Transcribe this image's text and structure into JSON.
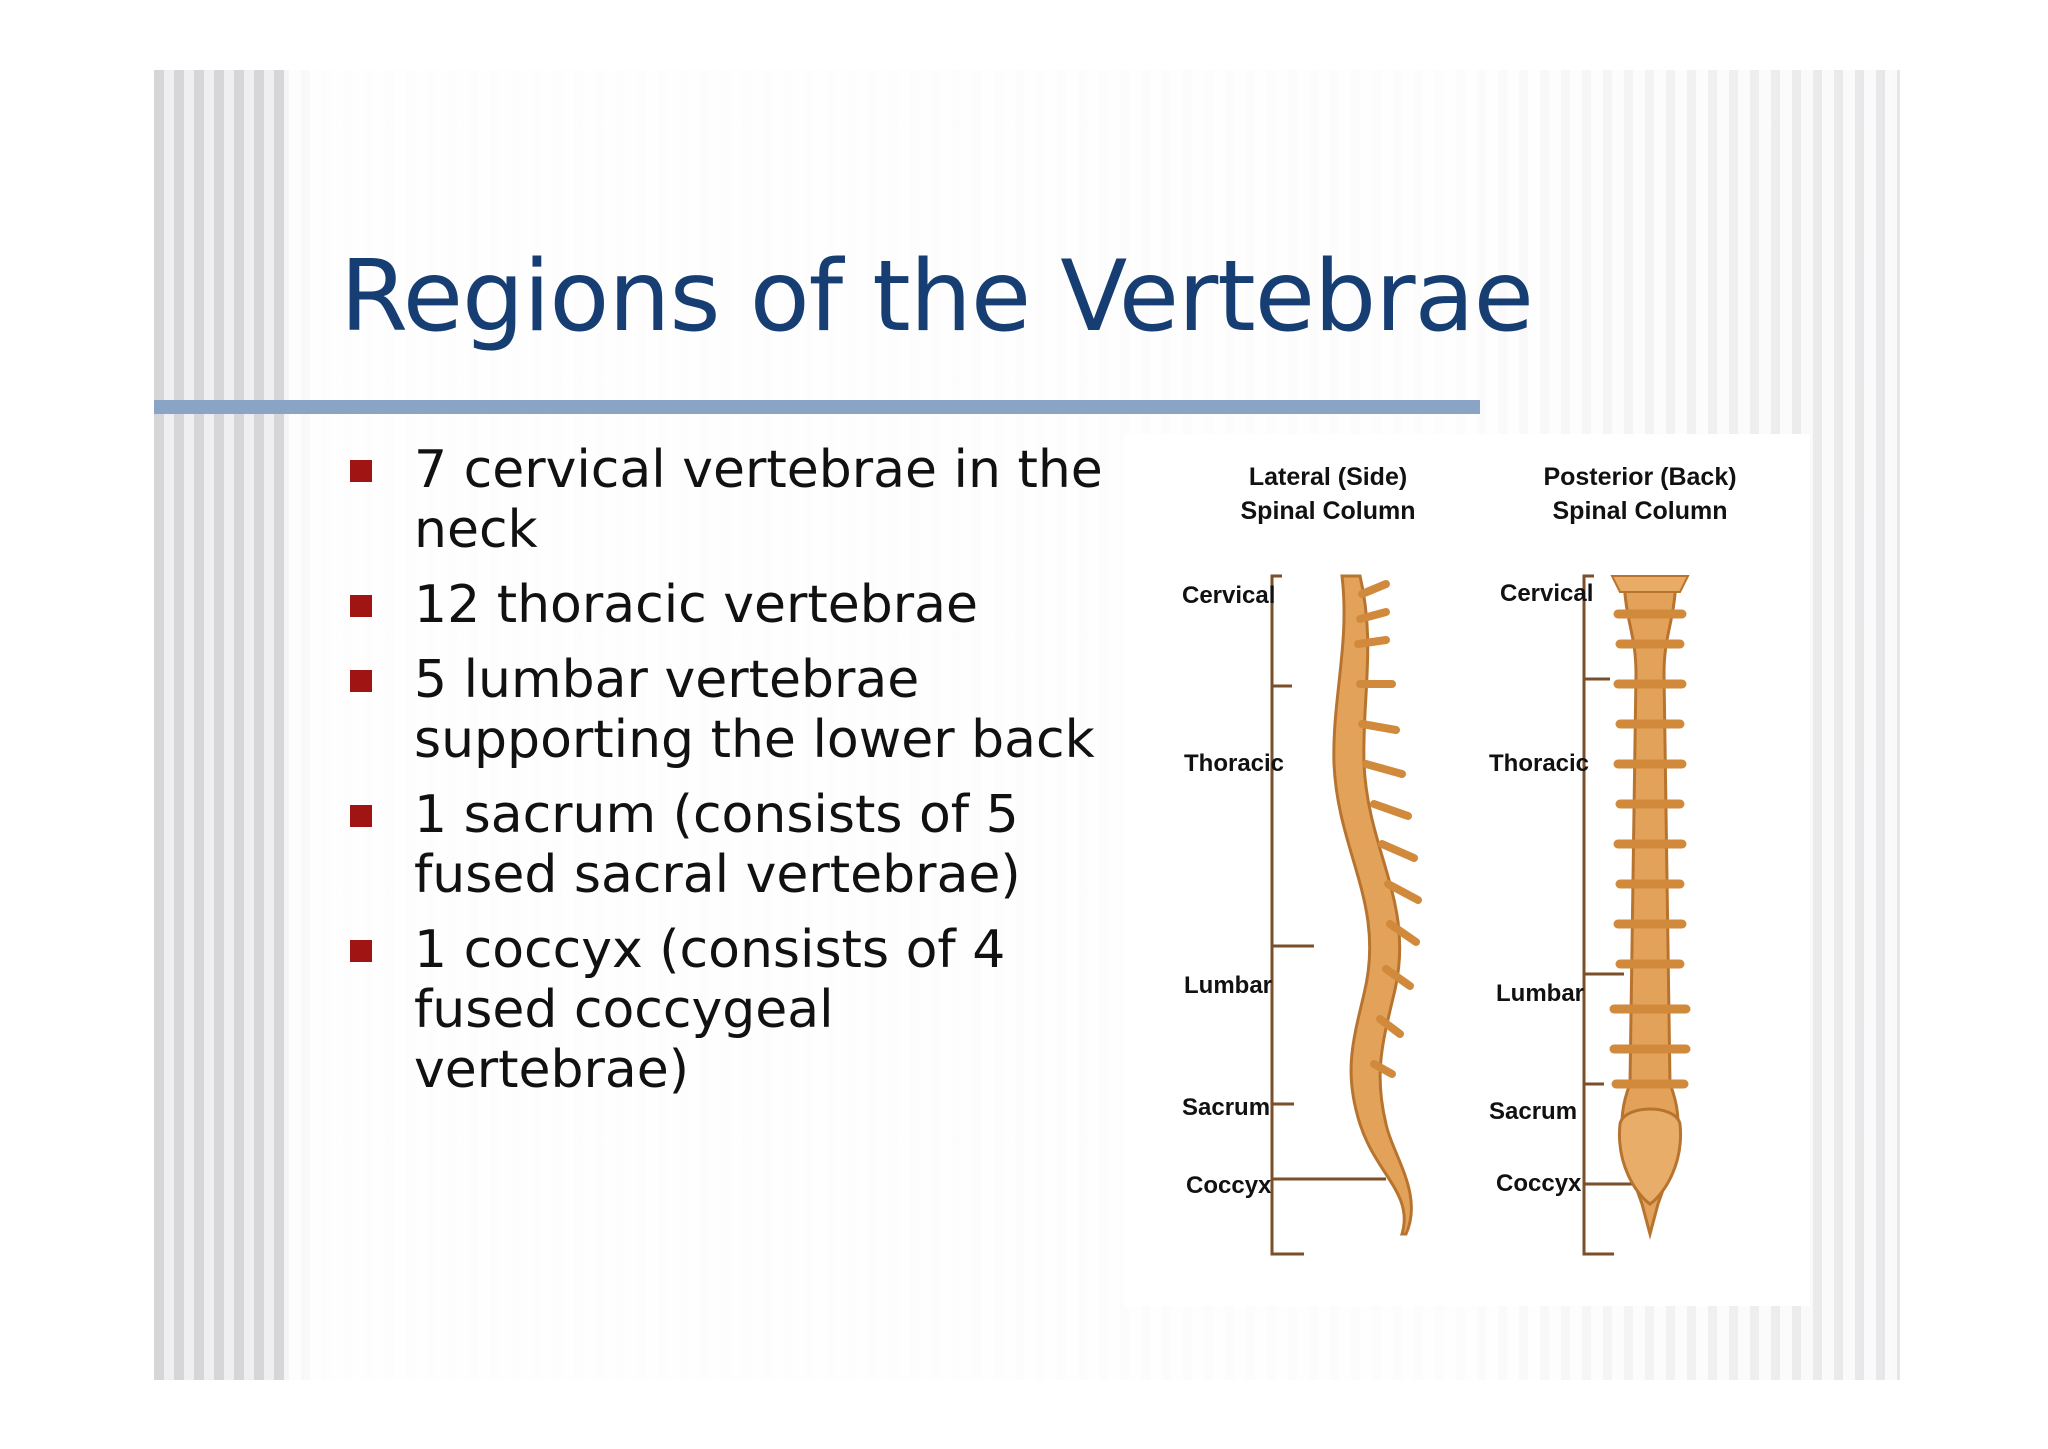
{
  "slide": {
    "title": "Regions of the Vertebrae",
    "bullets": [
      "7 cervical vertebrae in the neck",
      "12 thoracic vertebrae",
      "5 lumbar vertebrae supporting the lower back",
      "1 sacrum (consists of 5 fused sacral vertebrae)",
      "1 coccyx (consists of 4 fused coccygeal vertebrae)"
    ],
    "colors": {
      "title": "#173e73",
      "rule": "#89a4c4",
      "bullet_marker": "#a01414",
      "bone": "#e3a25a"
    }
  },
  "figure": {
    "lateral": {
      "title": "Lateral (Side)\nSpinal Column",
      "labels": [
        "Cervical",
        "Thoracic",
        "Lumbar",
        "Sacrum",
        "Coccyx"
      ]
    },
    "posterior": {
      "title": "Posterior (Back)\nSpinal Column",
      "labels": [
        "Cervical",
        "Thoracic",
        "Lumbar",
        "Sacrum",
        "Coccyx"
      ]
    }
  }
}
